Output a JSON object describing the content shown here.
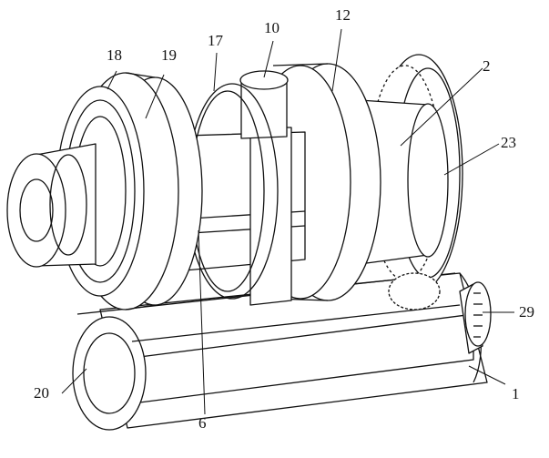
{
  "figure": {
    "background": "#ffffff",
    "line_color": "#111111",
    "labels": [
      {
        "id": "18",
        "text": "18"
      },
      {
        "id": "19",
        "text": "19"
      },
      {
        "id": "17",
        "text": "17"
      },
      {
        "id": "10",
        "text": "10"
      },
      {
        "id": "12",
        "text": "12"
      },
      {
        "id": "2",
        "text": "2"
      },
      {
        "id": "23",
        "text": "23"
      },
      {
        "id": "29",
        "text": "29"
      },
      {
        "id": "1",
        "text": "1"
      },
      {
        "id": "20",
        "text": "20"
      },
      {
        "id": "6",
        "text": "6"
      }
    ]
  }
}
